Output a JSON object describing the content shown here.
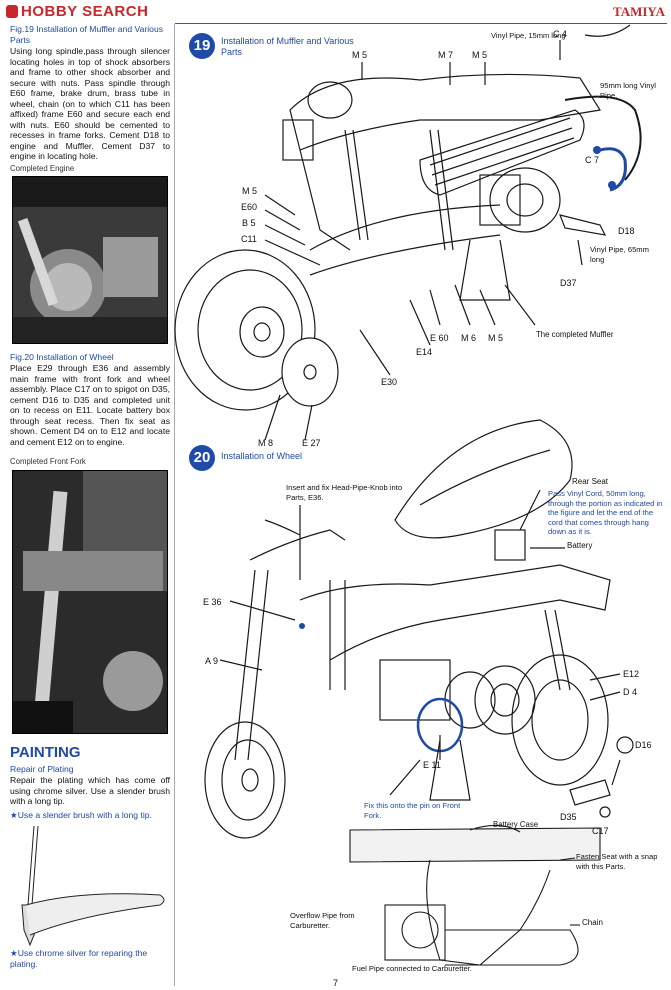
{
  "header": {
    "logo": "HOBBY SEARCH",
    "brand": "TAMIYA"
  },
  "left": {
    "fig19_title": "Fig.19 Installation of Muffler and Various Parts",
    "fig19_text": "Using long spindle,pass through silencer locating holes in top of shock absorbers and frame to other shock absorber and secure with nuts. Pass spindle through E60 frame, brake drum, brass tube in wheel, chain (on to which C11 has been affixed) frame E60 and secure each end with nuts. E60 should be cemented to recesses in frame forks. Cement D18 to engine and Muffler. Cement D37 to engine in locating hole.",
    "photo1_caption": "Completed Engine",
    "fig20_title": "Fig.20 Installation of Wheel",
    "fig20_text": "Place E29 through E36 and assembly main frame with front fork and wheel assembly. Place C17 on to spigot on D35, cement D16 to D35 and completed unit on to recess on E11. Locate battery box through seat recess. Then fix seat as shown. Cement D4 on to E12 and locate and cement E12 on to engine.",
    "photo2_caption": "Completed Front Fork",
    "painting_title": "PAINTING",
    "painting_sub": "Repair of Plating",
    "painting_text": "Repair the plating which has come off using chrome silver. Use a slender brush with a long tip.",
    "brush_note": "★Use a slender brush with a long tip.",
    "chrome_note": "★Use chrome silver for reparing the plating."
  },
  "step19": {
    "number": "19",
    "title": "Installation of Muffler and Various Parts",
    "labels": {
      "m5a": "M 5",
      "m7": "M 7",
      "m5b": "M 5",
      "vinyl15": "Vinyl Pipe, 15mm long",
      "c4": "C 4",
      "vinyl95": "95mm long Vinyl Pipe,",
      "c7": "C 7",
      "d18": "D18",
      "vinyl65": "Vinyl Pipe, 65mm long",
      "d37": "D37",
      "m5c": "M 5",
      "e60a": "E60",
      "b5": "B 5",
      "c11": "C11",
      "e60b": "E 60",
      "m6": "M 6",
      "m5d": "M 5",
      "e14": "E14",
      "muffler": "The completed Muffler",
      "e30": "E30",
      "m8": "M 8",
      "e27": "E 27"
    }
  },
  "step20": {
    "number": "20",
    "title": "Installation of Wheel",
    "labels": {
      "headpipe": "Insert and fix Head-Pipe-Knob into Parts, E36.",
      "rear_seat": "Rear Seat",
      "vinyl_cord": "Pass Vinyl Cord, 50mm long, through the portion as indicated in the figure and let the end of the cord that comes through hang down as it is.",
      "battery": "Battery",
      "e36": "E 36",
      "a9": "A 9",
      "e12": "E12",
      "d4": "D 4",
      "d16": "D16",
      "e11": "E 11",
      "fix_pin": "Fix this onto the pin on Front Fork.",
      "d35": "D35",
      "c17": "C17",
      "battery_case": "Battery Case",
      "fasten_seat": "Fasten Seat with a snap with this Parts.",
      "overflow": "Overflow Pipe from Carburetter.",
      "chain": "Chain",
      "fuel": "Fuel Pipe connected to Carburetter."
    }
  },
  "page_number": "7"
}
